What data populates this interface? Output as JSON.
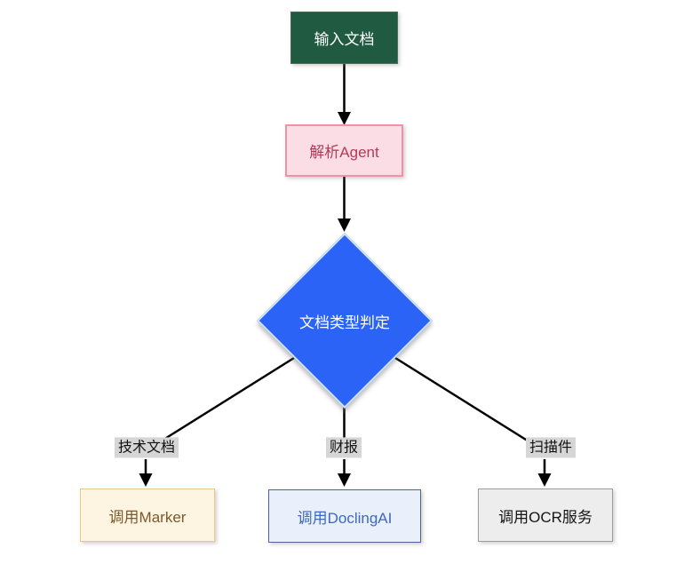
{
  "canvas": {
    "background": "#ffffff"
  },
  "nodes": {
    "input": {
      "label": "输入文档",
      "bg": "#1f5a41",
      "border": "#4a6a5c",
      "text_color": "#ffffff"
    },
    "agent": {
      "label": "解析Agent",
      "bg": "#fbdde6",
      "border": "#ee92a8",
      "text_color": "#b43a56"
    },
    "decision": {
      "label": "文档类型判定",
      "bg": "#2b63f6",
      "border": "#cfe2f8",
      "text_color": "#ffffff"
    },
    "marker": {
      "label": "调用Marker",
      "bg": "#fdf5e2",
      "border": "#e7c88e",
      "text_color": "#7c5a28"
    },
    "docling": {
      "label": "调用DoclingAI",
      "bg": "#e9effb",
      "border": "#51619b",
      "text_color": "#3f68c0"
    },
    "ocr": {
      "label": "调用OCR服务",
      "bg": "#ededed",
      "border": "#9b9b9b",
      "text_color": "#141414"
    }
  },
  "edge_labels": {
    "tech": {
      "label": "技术文档",
      "bg": "#d6d6d6"
    },
    "finance": {
      "label": "财报",
      "bg": "#d6d6d6"
    },
    "scan": {
      "label": "扫描件",
      "bg": "#d6d6d6"
    }
  },
  "edge_color": "#000000"
}
